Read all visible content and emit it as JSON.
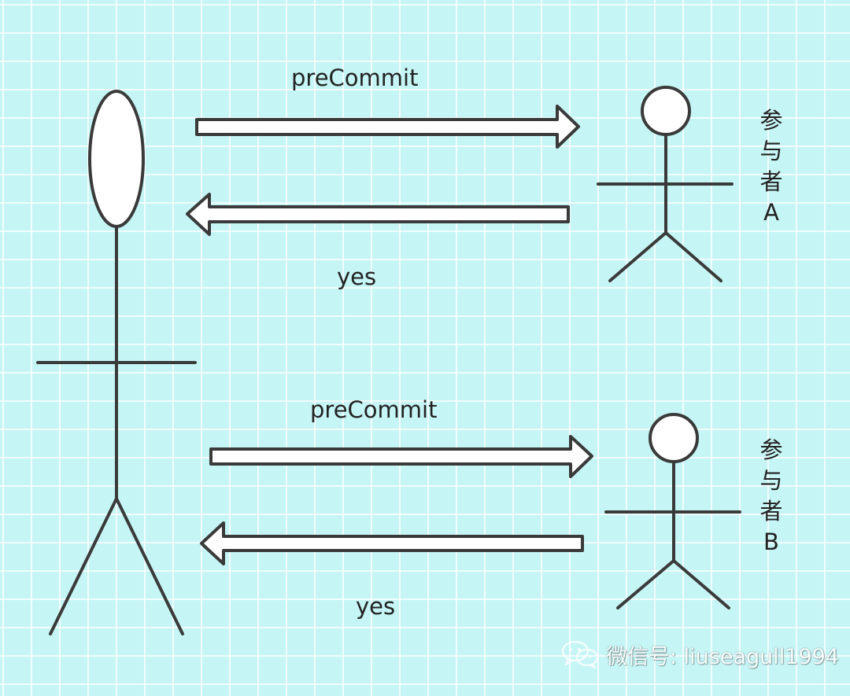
{
  "messages": {
    "to_a_label": "preCommit",
    "from_a_label": "yes",
    "to_b_label": "preCommit",
    "from_b_label": "yes"
  },
  "participants": {
    "a": {
      "chars": [
        "参",
        "与",
        "者",
        "A"
      ]
    },
    "b": {
      "chars": [
        "参",
        "与",
        "者",
        "B"
      ]
    }
  },
  "watermark": {
    "text": "微信号: liuseagull1994",
    "icon": "wechat-icon"
  },
  "colors": {
    "background": "#c6f5f5",
    "line": "#3a3a3a",
    "fill": "#ffffff"
  }
}
